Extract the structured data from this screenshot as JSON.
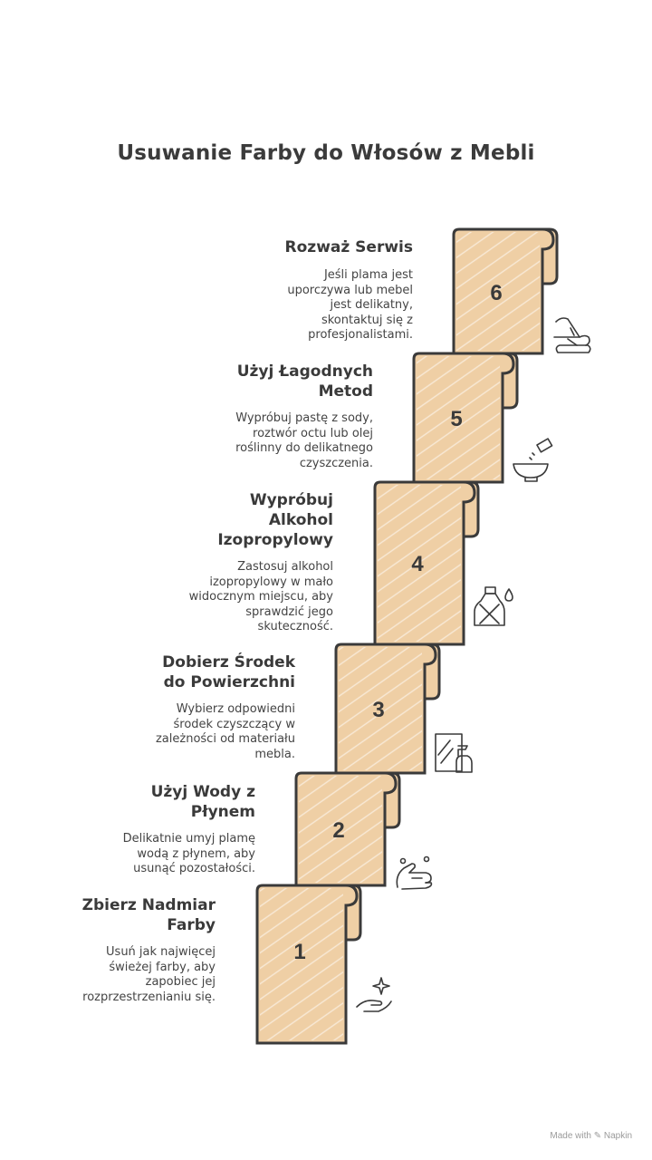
{
  "title": "Usuwanie Farby do Włosów z Mebli",
  "steps": [
    {
      "number": "1",
      "title": "Zbierz Nadmiar Farby",
      "description": "Usuń jak najwięcej świeżej farby, aby zapobiec jej rozprzestrzenianiu się.",
      "icon": "hand-sparkle-icon"
    },
    {
      "number": "2",
      "title": "Użyj Wody z Płynem",
      "description": "Delikatnie umyj plamę wodą z płynem, aby usunąć pozostałości.",
      "icon": "soapy-hands-icon"
    },
    {
      "number": "3",
      "title": "Dobierz Środek do Powierzchni",
      "description": "Wybierz odpowiedni środek czyszczący w zależności od materiału mebla.",
      "icon": "spray-window-icon"
    },
    {
      "number": "4",
      "title": "Wypróbuj Alkohol Izopropylowy",
      "description": "Zastosuj alkohol izopropylowy w mało widocznym miejscu, aby sprawdzić jego skuteczność.",
      "icon": "alcohol-bottle-icon"
    },
    {
      "number": "5",
      "title": "Użyj Łagodnych Metod",
      "description": "Wypróbuj pastę z sody, roztwór octu lub olej roślinny do delikatnego czyszczenia.",
      "icon": "bowl-shaker-icon"
    },
    {
      "number": "6",
      "title": "Rozważ Serwis",
      "description": "Jeśli plama jest uporczywa lub mebel jest delikatny, skontaktuj się z profesjonalistami.",
      "icon": "cleaning-service-icon"
    }
  ],
  "footer": "Made with ✎ Napkin"
}
